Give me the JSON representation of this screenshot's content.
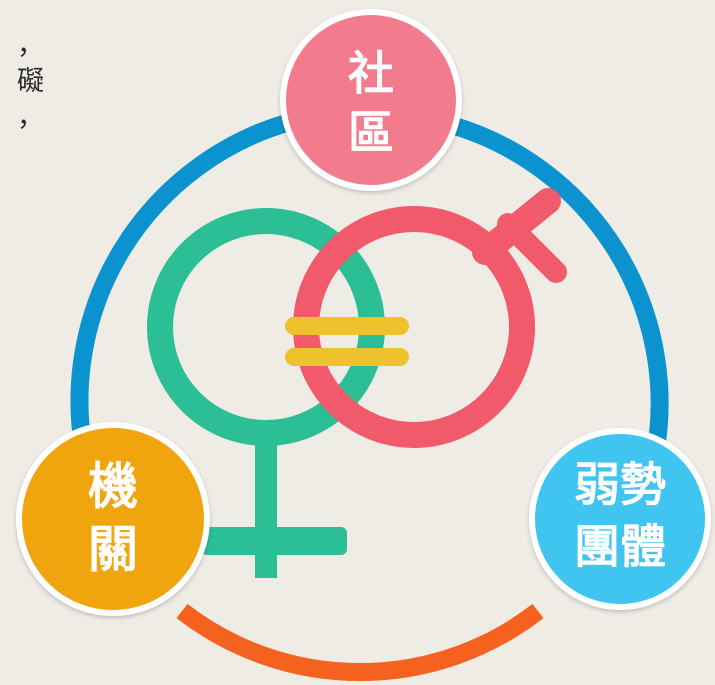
{
  "edge_text": {
    "lines": [
      "，",
      "礙",
      "，"
    ]
  },
  "nodes": {
    "community": {
      "line1": "社",
      "line2": "區",
      "color": "#f27b8d"
    },
    "agency": {
      "line1": "機",
      "line2": "關",
      "color": "#f0a40d"
    },
    "vulnerable": {
      "line1": "弱勢",
      "line2": "團體",
      "color": "#3fc4f0"
    }
  },
  "symbols": {
    "female_color": "#2cbf96",
    "male_color": "#f15a6b",
    "equals_color": "#edc22c"
  },
  "ring_colors": {
    "blue": "#0b93cf",
    "orange": "#f5611e"
  }
}
